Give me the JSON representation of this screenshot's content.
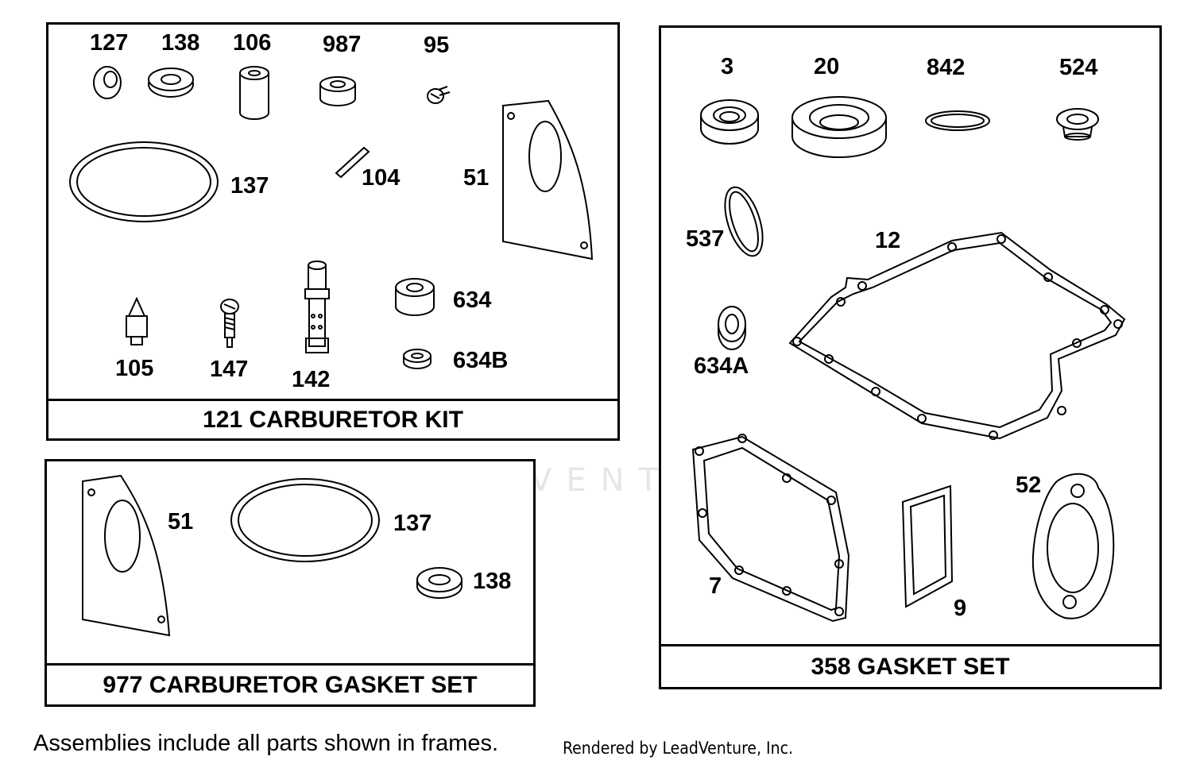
{
  "watermark": {
    "text": "LEADVENTURE"
  },
  "frames": {
    "carburetor_kit": {
      "caption": "121 CARBURETOR KIT",
      "parts": {
        "p127": "127",
        "p138": "138",
        "p106": "106",
        "p987": "987",
        "p95": "95",
        "p137": "137",
        "p104": "104",
        "p51": "51",
        "p105": "105",
        "p147": "147",
        "p142": "142",
        "p634": "634",
        "p634b": "634B"
      }
    },
    "carburetor_gasket_set": {
      "caption": "977 CARBURETOR GASKET SET",
      "parts": {
        "p51": "51",
        "p137": "137",
        "p138": "138"
      }
    },
    "gasket_set": {
      "caption": "358 GASKET SET",
      "parts": {
        "p3": "3",
        "p20": "20",
        "p842": "842",
        "p524": "524",
        "p537": "537",
        "p12": "12",
        "p634a": "634A",
        "p7": "7",
        "p9": "9",
        "p52": "52"
      }
    }
  },
  "footer": {
    "note": "Assemblies include all parts shown in frames.",
    "credit": "Rendered by LeadVenture, Inc."
  }
}
